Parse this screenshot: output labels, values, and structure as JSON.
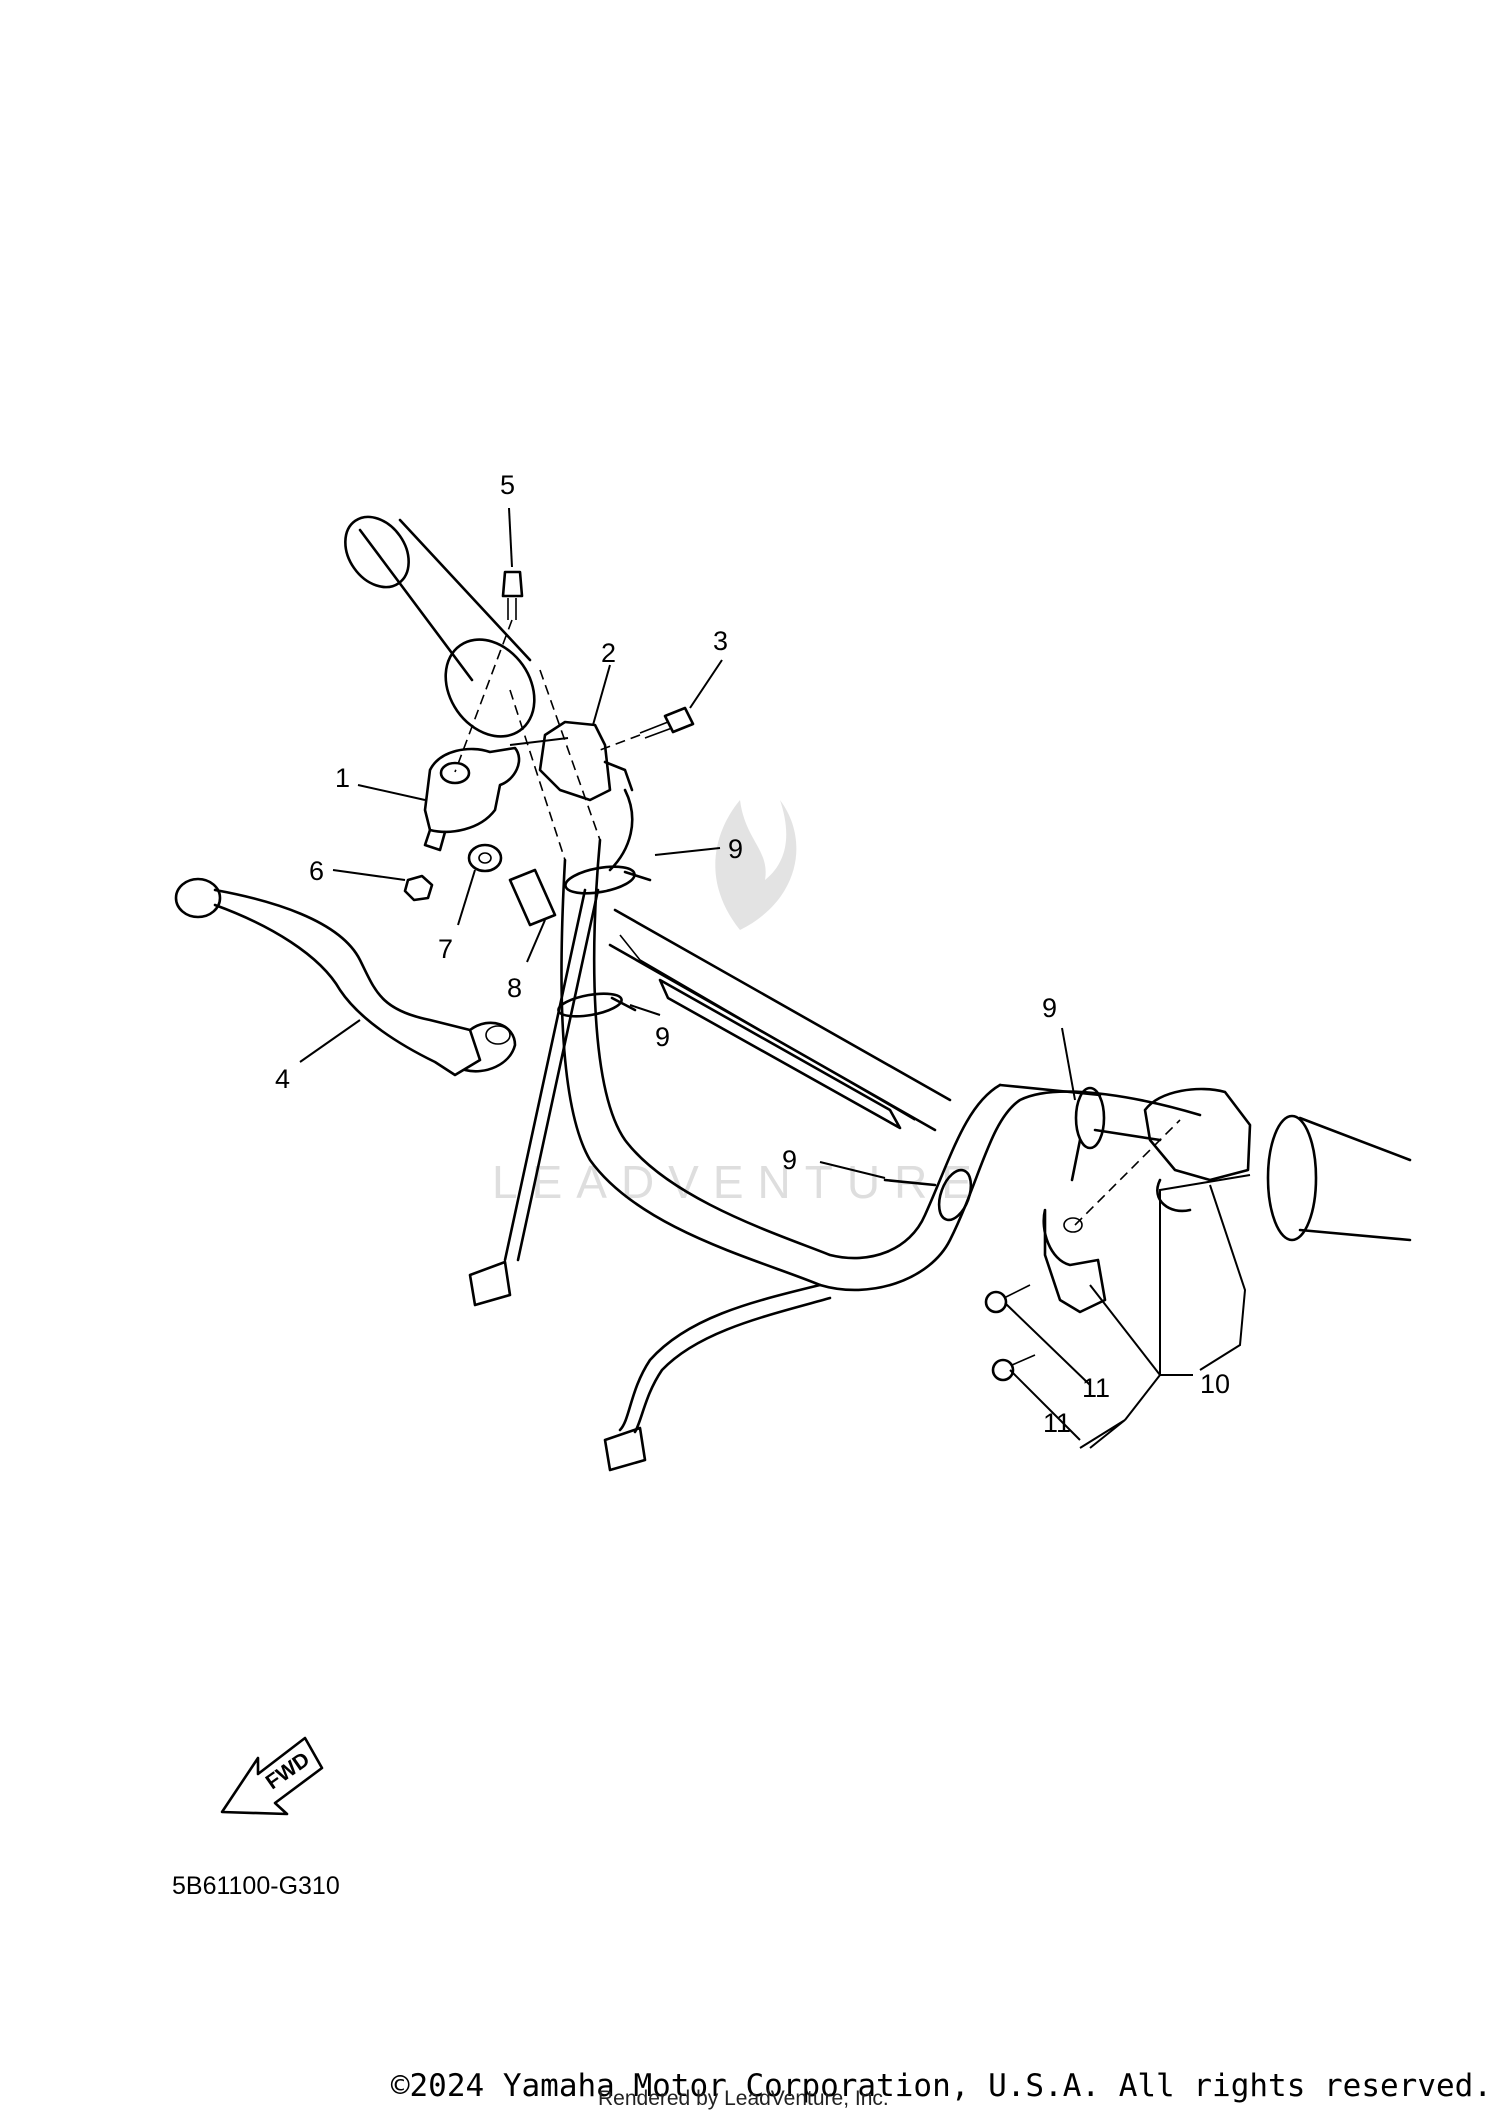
{
  "diagram": {
    "callouts": [
      {
        "id": "1",
        "label": "1"
      },
      {
        "id": "2",
        "label": "2"
      },
      {
        "id": "3",
        "label": "3"
      },
      {
        "id": "4",
        "label": "4"
      },
      {
        "id": "5",
        "label": "5"
      },
      {
        "id": "6",
        "label": "6"
      },
      {
        "id": "7",
        "label": "7"
      },
      {
        "id": "8",
        "label": "8"
      },
      {
        "id": "9a",
        "label": "9"
      },
      {
        "id": "9b",
        "label": "9"
      },
      {
        "id": "9c",
        "label": "9"
      },
      {
        "id": "9d",
        "label": "9"
      },
      {
        "id": "10",
        "label": "10"
      },
      {
        "id": "11a",
        "label": "11"
      },
      {
        "id": "11b",
        "label": "11"
      }
    ],
    "fwd_label": "FWD",
    "drawing_code": "5B61100-G310",
    "watermark": "LEADVENTURE",
    "copyright": "©2024 Yamaha Motor Corporation, U.S.A. All rights reserved.",
    "rendered_by": "Rendered by LeadVenture, Inc."
  }
}
